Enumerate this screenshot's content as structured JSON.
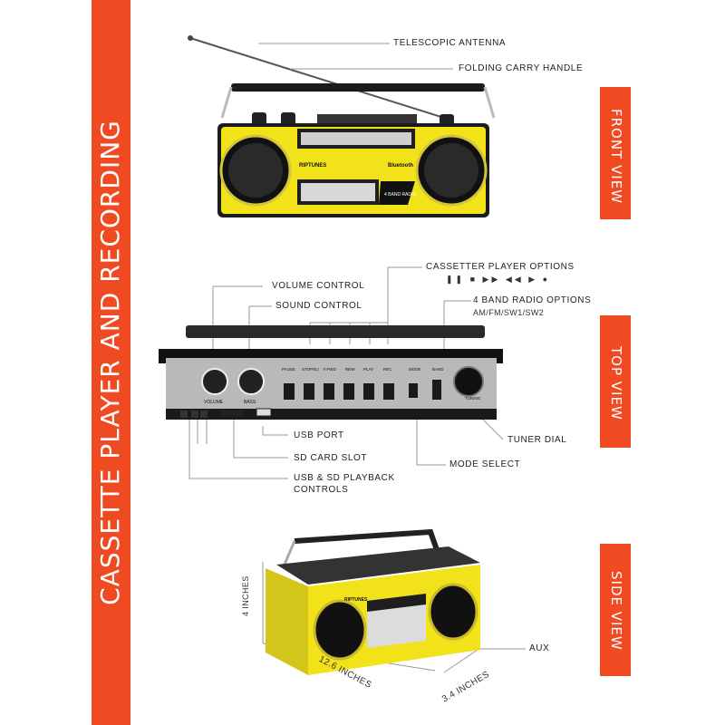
{
  "title": "CASSETTE PLAYER AND RECORDING",
  "views": {
    "front": "FRONT VIEW",
    "top": "TOP VIEW",
    "side": "SIDE VIEW"
  },
  "front_callouts": {
    "antenna": "TELESCOPIC ANTENNA",
    "handle": "FOLDING CARRY HANDLE"
  },
  "top_callouts": {
    "volume": "VOLUME CONTROL",
    "sound": "SOUND CONTROL",
    "cassette": "CASSETTER PLAYER OPTIONS",
    "cassette_icons": "❚❚ ■ ▶▶ ◀◀ ▶ ●",
    "radio": "4 BAND RADIO OPTIONS",
    "radio_sub": "AM/FM/SW1/SW2",
    "usb_port": "USB PORT",
    "sd_slot": "SD CARD SLOT",
    "playback": "USB & SD PLAYBACK",
    "playback2": "CONTROLS",
    "mode": "MODE SELECT",
    "tuner": "TUNER DIAL"
  },
  "device_labels": {
    "brand": "RIPTUNES",
    "bluetooth": "Bluetooth",
    "radio": "4 BAND RADIO",
    "keys": [
      "PAUSE",
      "STOP/EJ",
      "F.FWD",
      "REW",
      "PLAY",
      "REC"
    ],
    "volume": "VOLUME",
    "bass": "BASS",
    "mode": "MODE",
    "band": "BAND",
    "tuning": "TUNING"
  },
  "side_callouts": {
    "aux": "AUX",
    "height": "4 INCHES",
    "width": "12.6 INCHES",
    "depth": "3.4 INCHES"
  },
  "colors": {
    "accent": "#f04a23",
    "body_yellow": "#f2e21a",
    "body_black": "#1b1b1b"
  }
}
